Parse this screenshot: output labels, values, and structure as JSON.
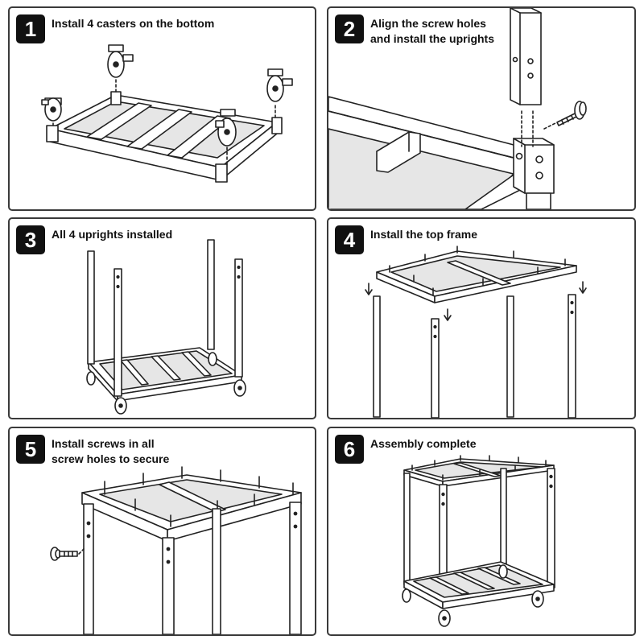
{
  "steps": [
    {
      "number": "1",
      "caption": [
        "Install 4 casters on the bottom"
      ]
    },
    {
      "number": "2",
      "caption": [
        "Align the screw holes",
        "and install the uprights"
      ]
    },
    {
      "number": "3",
      "caption": [
        "All 4 uprights installed"
      ]
    },
    {
      "number": "4",
      "caption": [
        "Install the top frame"
      ]
    },
    {
      "number": "5",
      "caption": [
        "Install screws in all",
        "screw holes to secure"
      ]
    },
    {
      "number": "6",
      "caption": [
        "Assembly complete"
      ]
    }
  ]
}
